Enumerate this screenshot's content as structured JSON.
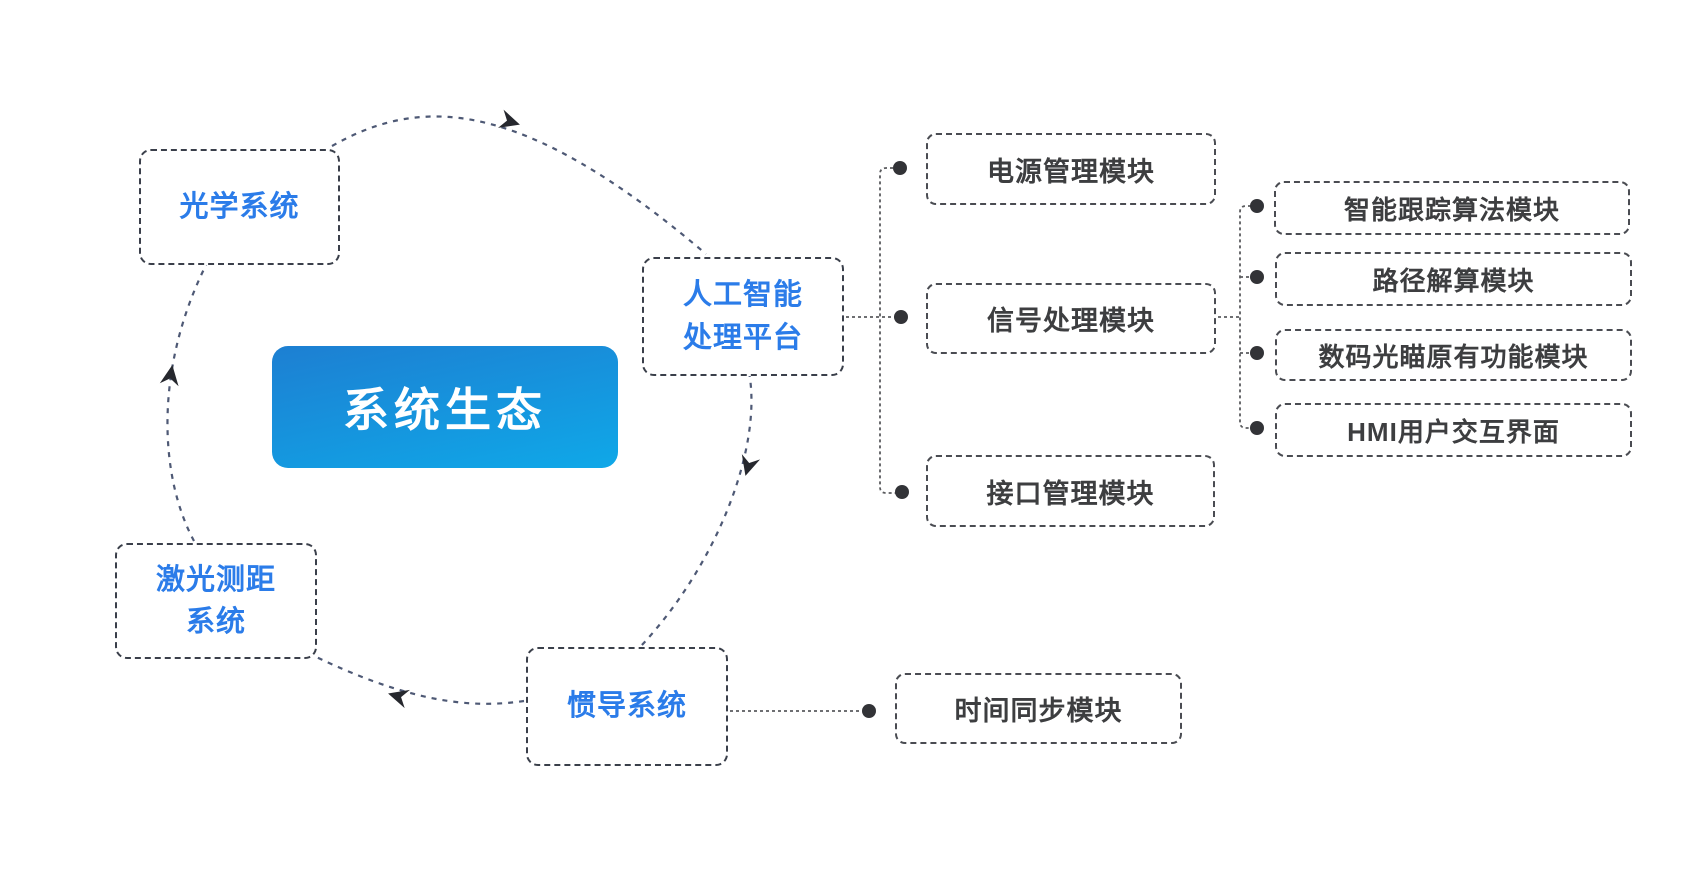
{
  "diagram": {
    "center": {
      "label": "系统生态"
    },
    "nodes": {
      "optical": {
        "label": "光学系统"
      },
      "ai": {
        "line1": "人工智能",
        "line2": "处理平台"
      },
      "laser": {
        "line1": "激光测距",
        "line2": "系统"
      },
      "ins": {
        "label": "惯导系统"
      },
      "power": {
        "label": "电源管理模块"
      },
      "signal": {
        "label": "信号处理模块"
      },
      "interface": {
        "label": "接口管理模块"
      },
      "time_sync": {
        "label": "时间同步模块"
      },
      "tracking": {
        "label": "智能跟踪算法模块"
      },
      "path_solver": {
        "label": "路径解算模块"
      },
      "digital_sight": {
        "label": "数码光瞄原有功能模块"
      },
      "hmi": {
        "label": "HMI用户交互界面"
      }
    },
    "colors": {
      "node_text_blue": "#2b7ce9",
      "center_gradient_top": "#1d7fd2",
      "center_gradient_bottom": "#0fa8e8",
      "center_text": "#ffffff",
      "module_text": "#3d3e40",
      "cycle_dash": "#4e5975",
      "connector_dash": "#5a5b5e",
      "dot": "#323337",
      "arrow": "#26282e",
      "background": "#ffffff"
    }
  }
}
